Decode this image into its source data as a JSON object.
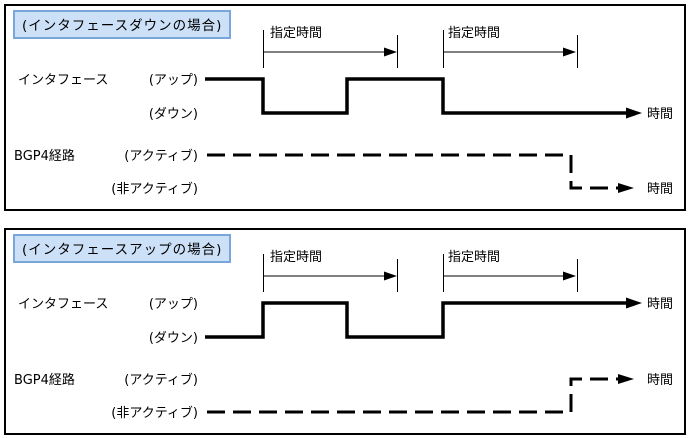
{
  "diagram": {
    "colors": {
      "title_fill": "#cce0f7",
      "title_border": "#79a7dc",
      "line": "#000000",
      "background": "#ffffff"
    },
    "panels": [
      {
        "title": "(インタフェースダウンの場合)",
        "labels": {
          "interface": "インタフェース",
          "up": "(アップ)",
          "down": "(ダウン)",
          "bgp4": "BGP4経路",
          "active": "(アクティブ)",
          "inactive": "(非アクティブ)"
        },
        "spec_time_1": "指定時間",
        "spec_time_2": "指定時間",
        "time_axis_interface": "時間",
        "time_axis_bgp4": "時間",
        "waveform": {
          "interface_sequence": [
            "アップ",
            "ダウン",
            "アップ",
            "ダウン"
          ],
          "bgp4_sequence": [
            "アクティブ",
            "非アクティブ"
          ]
        }
      },
      {
        "title": "(インタフェースアップの場合)",
        "labels": {
          "interface": "インタフェース",
          "up": "(アップ)",
          "down": "(ダウン)",
          "bgp4": "BGP4経路",
          "active": "(アクティブ)",
          "inactive": "(非アクティブ)"
        },
        "spec_time_1": "指定時間",
        "spec_time_2": "指定時間",
        "time_axis_interface": "時間",
        "time_axis_bgp4": "時間",
        "waveform": {
          "interface_sequence": [
            "ダウン",
            "アップ",
            "ダウン",
            "アップ"
          ],
          "bgp4_sequence": [
            "非アクティブ",
            "アクティブ"
          ]
        }
      }
    ]
  }
}
